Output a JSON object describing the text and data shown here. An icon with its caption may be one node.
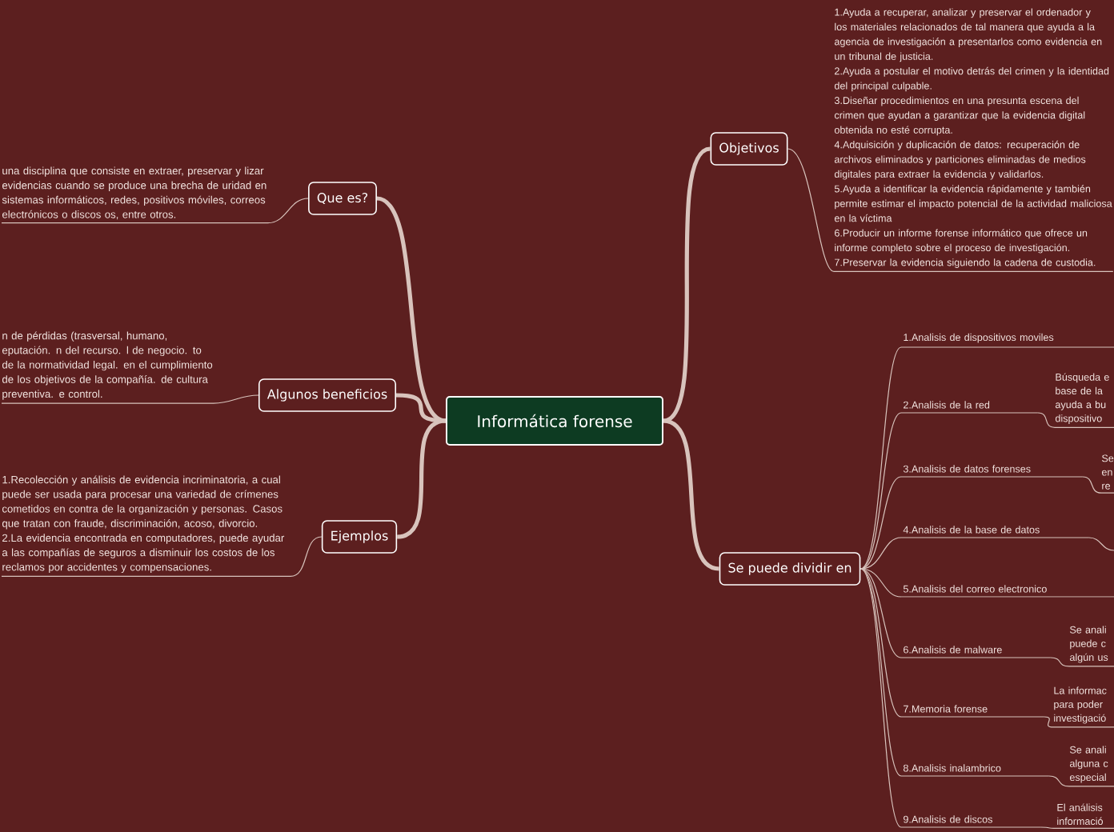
{
  "diagram": {
    "nodes": [
      {
        "text": [
          "Informática forense"
        ]
      },
      {
        "text": [
          "Que es?"
        ]
      },
      {
        "text": [
          "una disciplina que consiste en extraer, preservar y lizar evidencias cuando se produce una brecha de uridad en sistemas informáticos, redes, positivos móviles, correos electrónicos o discos os, entre otros."
        ]
      },
      {
        "text": [
          "Algunos beneficios"
        ]
      },
      {
        "text": [
          "n de pérdidas (trasversal, humano, eputación. n del recurso. l de negocio. to de la normatividad legal. en el cumplimiento de los objetivos de la compañía. de cultura preventiva. e control."
        ]
      },
      {
        "text": [
          "Ejemplos"
        ]
      },
      {
        "text": [
          "1.Recolección y análisis de evidencia incriminatoria, a cual puede ser usada para procesar una variedad de crímenes cometidos en contra de la organización y personas. Casos que tratan con fraude, discriminación, acoso, divorcio.",
          "2.La evidencia encontrada en computadores, puede ayudar a las compañías de seguros a disminuir los costos de los reclamos por accidentes y compensaciones."
        ]
      },
      {
        "text": [
          "Objetivos"
        ]
      },
      {
        "text": [
          "1.Ayuda a recuperar, analizar y preservar el ordenador y los materiales relacionados de tal manera que ayuda a la agencia de investigación a presentarlos como evidencia en un tribunal de justicia.",
          "2.Ayuda a postular el motivo detrás del crimen y la identidad del principal culpable.",
          "3.Diseñar procedimientos en una presunta escena del crimen que ayudan a garantizar que la evidencia digital obtenida no esté corrupta.",
          "4.Adquisición y duplicación de datos: recuperación de archivos eliminados y particiones eliminadas de medios digitales para extraer la evidencia y validarlos.",
          "5.Ayuda a identificar la evidencia rápidamente y también permite estimar el impacto potencial de la actividad maliciosa en la víctima",
          "6.Producir un informe forense informático que ofrece un informe completo sobre el proceso de investigación.",
          "7.Preservar la evidencia siguiendo la cadena de custodia."
        ]
      },
      {
        "text": [
          "Se puede dividir en"
        ]
      },
      {
        "text": [
          "1.Analisis de dispositivos moviles"
        ]
      },
      {
        "text": [
          "2.Analisis de la red"
        ]
      },
      {
        "text": [
          "3.Analisis de datos forenses"
        ]
      },
      {
        "text": [
          "4.Analisis de la base de datos"
        ]
      },
      {
        "text": [
          "5.Analisis del correo electronico"
        ]
      },
      {
        "text": [
          "6.Analisis de malware"
        ]
      },
      {
        "text": [
          "7.Memoria forense"
        ]
      },
      {
        "text": [
          "8.Analisis inalambrico"
        ]
      },
      {
        "text": [
          "9.Analisis de discos"
        ]
      },
      {
        "text": [
          "Búsqueda e base de la ayuda a bu dispositivo"
        ]
      },
      {
        "text": [
          "Se en re"
        ]
      },
      {
        "text": [
          "Se anali puede c algún us"
        ]
      },
      {
        "text": [
          "La informac para poder investigació"
        ]
      },
      {
        "text": [
          "Se anali alguna c especial"
        ]
      },
      {
        "text": [
          "El análisis informació"
        ]
      }
    ],
    "edges": [
      {
        "from": 0,
        "to": 1,
        "arrow": "none",
        "style": "thick"
      },
      {
        "from": 0,
        "to": 3,
        "arrow": "none",
        "style": "thick"
      },
      {
        "from": 0,
        "to": 5,
        "arrow": "none",
        "style": "thick"
      },
      {
        "from": 0,
        "to": 7,
        "arrow": "none",
        "style": "thick"
      },
      {
        "from": 0,
        "to": 9,
        "arrow": "none",
        "style": "thick"
      },
      {
        "from": 1,
        "to": 2,
        "arrow": "none"
      },
      {
        "from": 3,
        "to": 4,
        "arrow": "none"
      },
      {
        "from": 5,
        "to": 6,
        "arrow": "none"
      },
      {
        "from": 7,
        "to": 8,
        "arrow": "none"
      },
      {
        "from": 9,
        "to": 10,
        "arrow": "none"
      },
      {
        "from": 9,
        "to": 11,
        "arrow": "none"
      },
      {
        "from": 9,
        "to": 12,
        "arrow": "none"
      },
      {
        "from": 9,
        "to": 13,
        "arrow": "none"
      },
      {
        "from": 9,
        "to": 14,
        "arrow": "none"
      },
      {
        "from": 9,
        "to": 15,
        "arrow": "none"
      },
      {
        "from": 9,
        "to": 16,
        "arrow": "none"
      },
      {
        "from": 9,
        "to": 17,
        "arrow": "none"
      },
      {
        "from": 9,
        "to": 18,
        "arrow": "none"
      },
      {
        "from": 11,
        "to": 19,
        "arrow": "none"
      },
      {
        "from": 12,
        "to": 20,
        "arrow": "none"
      },
      {
        "from": 15,
        "to": 21,
        "arrow": "none"
      },
      {
        "from": 16,
        "to": 22,
        "arrow": "none"
      },
      {
        "from": 17,
        "to": 23,
        "arrow": "none"
      },
      {
        "from": 18,
        "to": 24,
        "arrow": "none"
      },
      {
        "from": 13,
        "to": null,
        "arrow": "none"
      }
    ]
  }
}
